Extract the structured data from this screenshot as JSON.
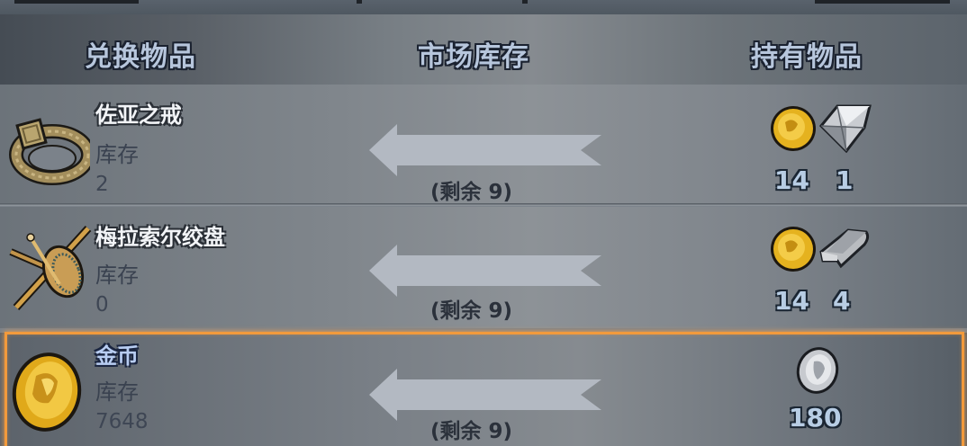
{
  "header": {
    "exchange_items": "兑换物品",
    "market_stock": "市场库存",
    "owned_items": "持有物品"
  },
  "rows": [
    {
      "name": "佐亚之戒",
      "icon": "ring-icon",
      "stock_label": "库存",
      "stock_value": "2",
      "remaining": "(剩余 9)",
      "selected": false,
      "cost": [
        {
          "icon": "gold-coin-icon",
          "count": "14"
        },
        {
          "icon": "diamond-icon",
          "count": "1"
        }
      ]
    },
    {
      "name": "梅拉索尔绞盘",
      "icon": "winch-icon",
      "stock_label": "库存",
      "stock_value": "0",
      "remaining": "(剩余 9)",
      "selected": false,
      "cost": [
        {
          "icon": "gold-coin-icon",
          "count": "14"
        },
        {
          "icon": "iron-ingot-icon",
          "count": "4"
        }
      ]
    },
    {
      "name": "金币",
      "icon": "gold-coin-icon",
      "stock_label": "库存",
      "stock_value": "7648",
      "remaining": "(剩余 9)",
      "selected": true,
      "cost": [
        {
          "icon": "silver-coin-icon",
          "count": "180"
        }
      ]
    }
  ],
  "colors": {
    "selection_border": "#f29a3c",
    "header_text": "#b7c6dc",
    "count_text": "#b8cde4"
  }
}
